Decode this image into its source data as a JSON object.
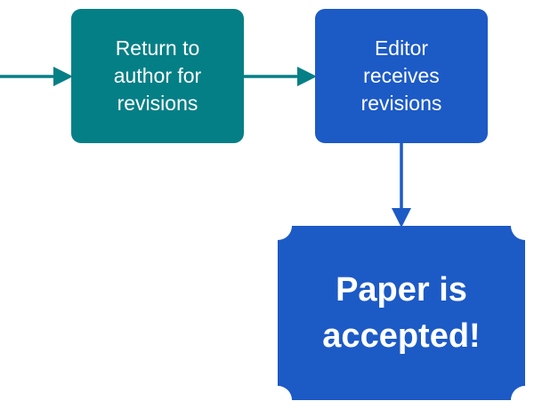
{
  "nodes": {
    "return_to_author": {
      "label": "Return to\nauthor for\nrevisions",
      "color": "#057f86"
    },
    "editor_receives": {
      "label": "Editor\nreceives\nrevisions",
      "color": "#1c5ac6"
    },
    "paper_accepted": {
      "label": "Paper is\naccepted!",
      "color": "#1c5ac6"
    }
  },
  "edges": [
    {
      "from": "offscreen-left",
      "to": "return_to_author",
      "color": "#057f86"
    },
    {
      "from": "return_to_author",
      "to": "editor_receives",
      "color": "#057f86"
    },
    {
      "from": "editor_receives",
      "to": "paper_accepted",
      "color": "#1c5ac6"
    }
  ]
}
